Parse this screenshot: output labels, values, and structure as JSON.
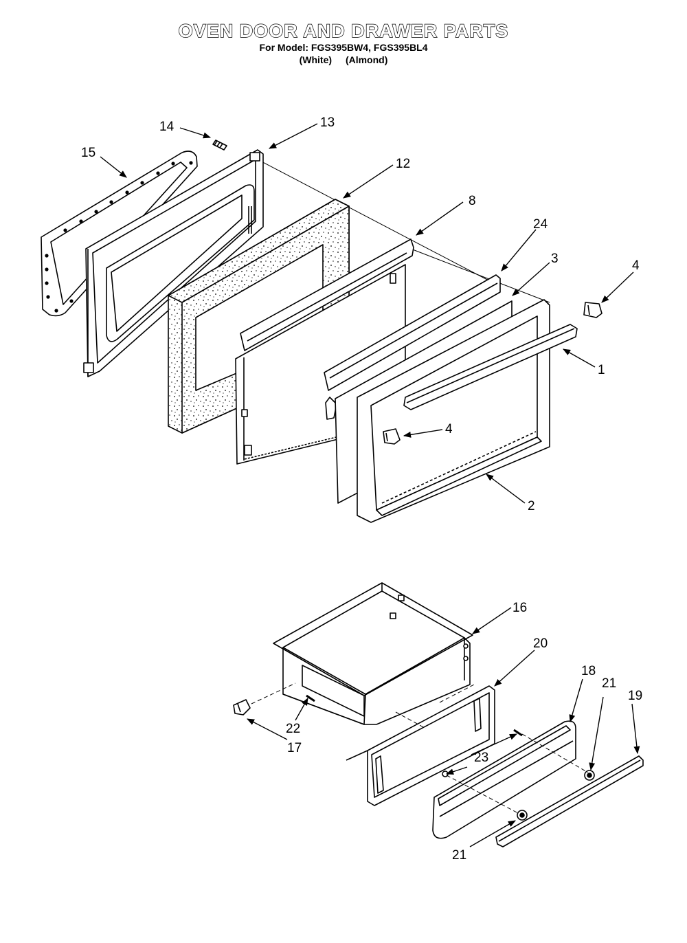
{
  "header": {
    "title": "OVEN DOOR AND DRAWER PARTS",
    "models_line": "For Model: FGS395BW4, FGS395BL4",
    "color_white": "(White)",
    "color_almond": "(Almond)"
  },
  "callouts": {
    "door": [
      "14",
      "13",
      "15",
      "12",
      "8",
      "24",
      "3",
      "4",
      "1",
      "4",
      "2"
    ],
    "drawer": [
      "16",
      "20",
      "18",
      "21",
      "19",
      "22",
      "17",
      "23",
      "21"
    ]
  },
  "colors": {
    "line": "#000000",
    "background": "#ffffff"
  }
}
